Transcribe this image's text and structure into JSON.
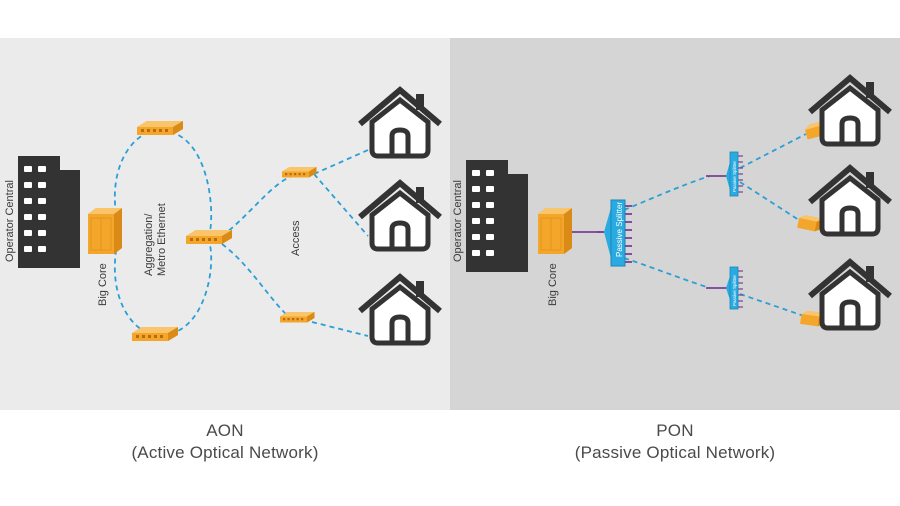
{
  "aon": {
    "labels": {
      "operator_central": "Operator Central",
      "big_core": "Big Core",
      "aggregation_line1": "Aggregation/",
      "aggregation_line2": "Metro Ethernet",
      "access": "Access"
    },
    "caption_line1": "AON",
    "caption_line2": "(Active Optical Network)"
  },
  "pon": {
    "labels": {
      "operator_central": "Operator Central",
      "big_core": "Big Core",
      "passive_splitter": "Passive Splitter",
      "small_splitter_top": "Passive Splitter",
      "small_splitter_bottom": "Passive Splitter"
    },
    "caption_line1": "PON",
    "caption_line2": "(Passive Optical Network)"
  },
  "colors": {
    "aon_background": "#ebebeb",
    "pon_background": "#d5d5d5",
    "fiber_link": "#2a9fd6",
    "splitter": "#29abe2",
    "splitter_port": "#7b3f98",
    "equipment": "#f7a829",
    "building": "#333333"
  },
  "icons": [
    "building-icon",
    "core-cabinet-icon",
    "switch-icon",
    "house-icon",
    "splitter-icon",
    "onu-icon"
  ]
}
